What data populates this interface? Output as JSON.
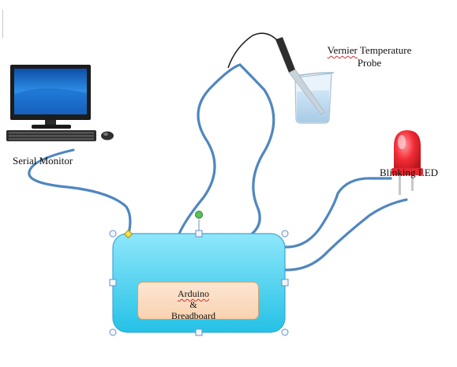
{
  "labels": {
    "serial_monitor": "Serial Monitor",
    "probe_line1_word1": "Vernier",
    "probe_line1_word2": "Temperature",
    "probe_line2": "Probe",
    "blinking_led": "Blinking LED",
    "arduino_line1_word1": "Arduino",
    "arduino_line1_word2": "&",
    "arduino_line2": "Breadboard"
  },
  "icons": {
    "computer": "desktop-computer-icon",
    "probe": "temperature-probe-icon",
    "beaker": "beaker-icon",
    "led": "led-icon"
  },
  "colors": {
    "wire": "#4f86c0",
    "board_top": "#8ee7fb",
    "board_bottom": "#25c1e6",
    "board_border": "#3aa8d4",
    "led_red": "#f22c35",
    "selection_handle": "#6a8fc9",
    "rotate_handle": "#59c25a",
    "adjust_handle": "#f3e04a"
  }
}
